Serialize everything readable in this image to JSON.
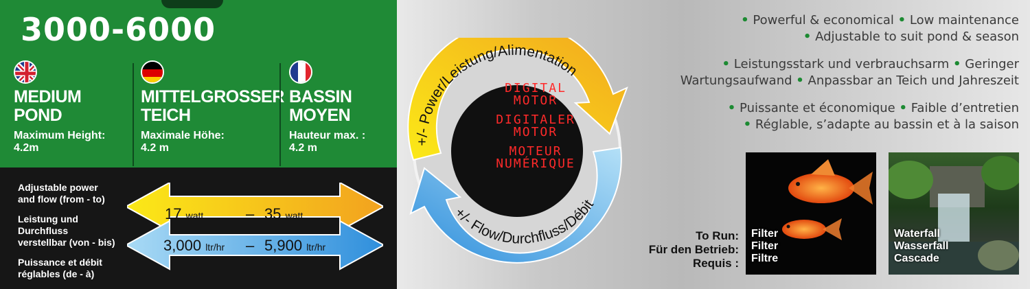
{
  "header": {
    "range": "3000-6000"
  },
  "columns": [
    {
      "flag": "uk-flag-icon",
      "name_line1": "MEDIUM",
      "name_line2": "POND",
      "height_label": "Maximum Height:",
      "height_value": "4.2m"
    },
    {
      "flag": "germany-flag-icon",
      "name_line1": "MITTELGROSSER",
      "name_line2": "TEICH",
      "height_label": "Maximale Höhe:",
      "height_value": "4.2 m"
    },
    {
      "flag": "france-flag-icon",
      "name_line1": "BASSIN",
      "name_line2": "MOYEN",
      "height_label": "Hauteur max. :",
      "height_value": "4.2 m"
    }
  ],
  "adjustable": {
    "en_1": "Adjustable power",
    "en_2": "and flow (from - to)",
    "de_1": "Leistung und",
    "de_2": "Durchfluss",
    "de_3": "verstellbar (von - bis)",
    "fr_1": "Puissance et débit",
    "fr_2": "réglables (de - à)"
  },
  "power": {
    "from": "17",
    "to": "35",
    "unit": "watt",
    "sep": "–"
  },
  "flow": {
    "from": "3,000",
    "to": "5,900",
    "unit": "ltr/hr",
    "sep": "–"
  },
  "cycle": {
    "power_label": "+/- Power/Leistung/Alimentation",
    "flow_label": "+/- Flow/Durchfluss/Débit"
  },
  "display": {
    "en_1": "DIGITAL",
    "en_2": "MOTOR",
    "de_1": "DIGITALER",
    "de_2": "MOTOR",
    "fr_1": "MOTEUR",
    "fr_2": "NUMÉRIQUE"
  },
  "bullets": {
    "en_1": "Powerful & economical",
    "en_2": "Low maintenance",
    "en_3": "Adjustable to suit pond & season",
    "de_1": "Leistungsstark und verbrauchsarm",
    "de_2": "Geringer",
    "de_3": "Wartungsaufwand",
    "de_4": "Anpassbar an Teich und Jahreszeit",
    "fr_1": "Puissante et économique",
    "fr_2": "Faible d’entretien",
    "fr_3": "Réglable, s’adapte au bassin et à la saison"
  },
  "to_run": {
    "en": "To Run:",
    "de": "Für den Betrieb:",
    "fr": "Requis :"
  },
  "photos": [
    {
      "icon": "goldfish-photo",
      "en": "Filter",
      "de": "Filter",
      "fr": "Filtre"
    },
    {
      "icon": "waterfall-photo",
      "en": "Waterfall",
      "de": "Wasserfall",
      "fr": "Cascade"
    }
  ],
  "colors": {
    "green": "#1f8a36",
    "yellow": "#f7e21a",
    "orange": "#f2a51f",
    "blue": "#3d9be0",
    "display_red": "#ff2a2a"
  }
}
